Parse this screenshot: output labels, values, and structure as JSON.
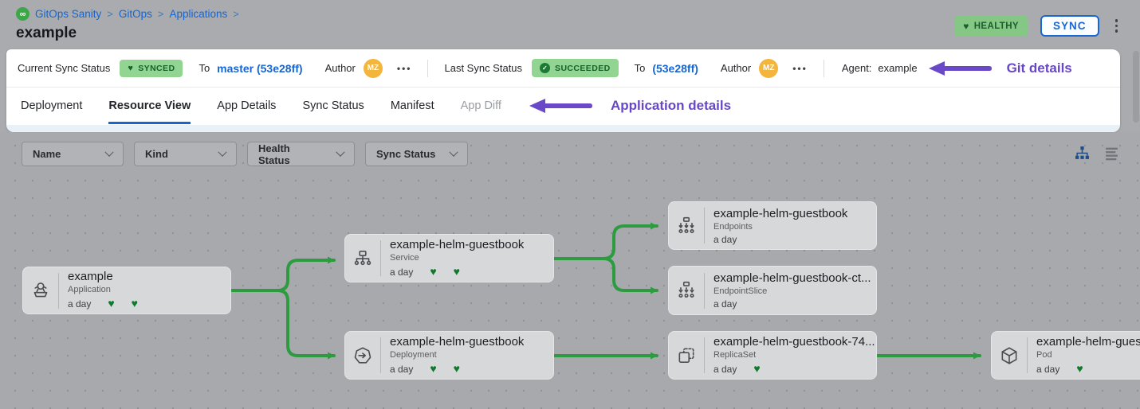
{
  "icons": {
    "heart": "♥",
    "check": "✓",
    "infinity": "∞",
    "more_dots": "•••",
    "crumb_sep": ">"
  },
  "header": {
    "breadcrumb": [
      "GitOps Sanity",
      "GitOps",
      "Applications"
    ],
    "title": "example",
    "health_badge": "HEALTHY",
    "sync_button": "SYNC"
  },
  "status_bar": {
    "current_sync": {
      "label": "Current Sync Status",
      "badge": "SYNCED",
      "to": "To",
      "revision": "master (53e28ff)",
      "author_label": "Author",
      "avatar_initials": "MZ"
    },
    "last_sync": {
      "label": "Last Sync Status",
      "badge": "SUCCEEDED",
      "to": "To",
      "revision": "(53e28ff)",
      "author_label": "Author",
      "avatar_initials": "MZ"
    },
    "agent_label": "Agent:",
    "agent_value": "example",
    "annotation": "Git details"
  },
  "tabs": {
    "items": [
      {
        "label": "Deployment",
        "state": "default"
      },
      {
        "label": "Resource View",
        "state": "active"
      },
      {
        "label": "App Details",
        "state": "default"
      },
      {
        "label": "Sync Status",
        "state": "default"
      },
      {
        "label": "Manifest",
        "state": "default"
      },
      {
        "label": "App Diff",
        "state": "disabled"
      }
    ],
    "annotation": "Application details"
  },
  "toolbar": {
    "filters": [
      {
        "label": "Name"
      },
      {
        "label": "Kind"
      },
      {
        "label": "Health Status"
      },
      {
        "label": "Sync Status"
      }
    ]
  },
  "graph": {
    "nodes": [
      {
        "title": "example",
        "kind": "Application",
        "age": "a day",
        "hearts": 2
      },
      {
        "title": "example-helm-guestbook",
        "kind": "Service",
        "age": "a day",
        "hearts": 2
      },
      {
        "title": "example-helm-guestbook",
        "kind": "Deployment",
        "age": "a day",
        "hearts": 2
      },
      {
        "title": "example-helm-guestbook",
        "kind": "Endpoints",
        "age": "a day",
        "hearts": 0
      },
      {
        "title": "example-helm-guestbook-ct...",
        "kind": "EndpointSlice",
        "age": "a day",
        "hearts": 0
      },
      {
        "title": "example-helm-guestbook-74...",
        "kind": "ReplicaSet",
        "age": "a day",
        "hearts": 1
      },
      {
        "title": "example-helm-guest",
        "kind": "Pod",
        "age": "a day",
        "hearts": 1
      }
    ]
  },
  "colors": {
    "accent_blue": "#1565d2",
    "edge_green": "#2d9b3f",
    "badge_green_bg": "#92d492",
    "badge_green_text": "#14632a",
    "annotation_purple": "#6847c6",
    "avatar_orange": "#f3b53c",
    "canvas_gray": "#a7a9ac",
    "card_gray": "#d7d8d9"
  }
}
